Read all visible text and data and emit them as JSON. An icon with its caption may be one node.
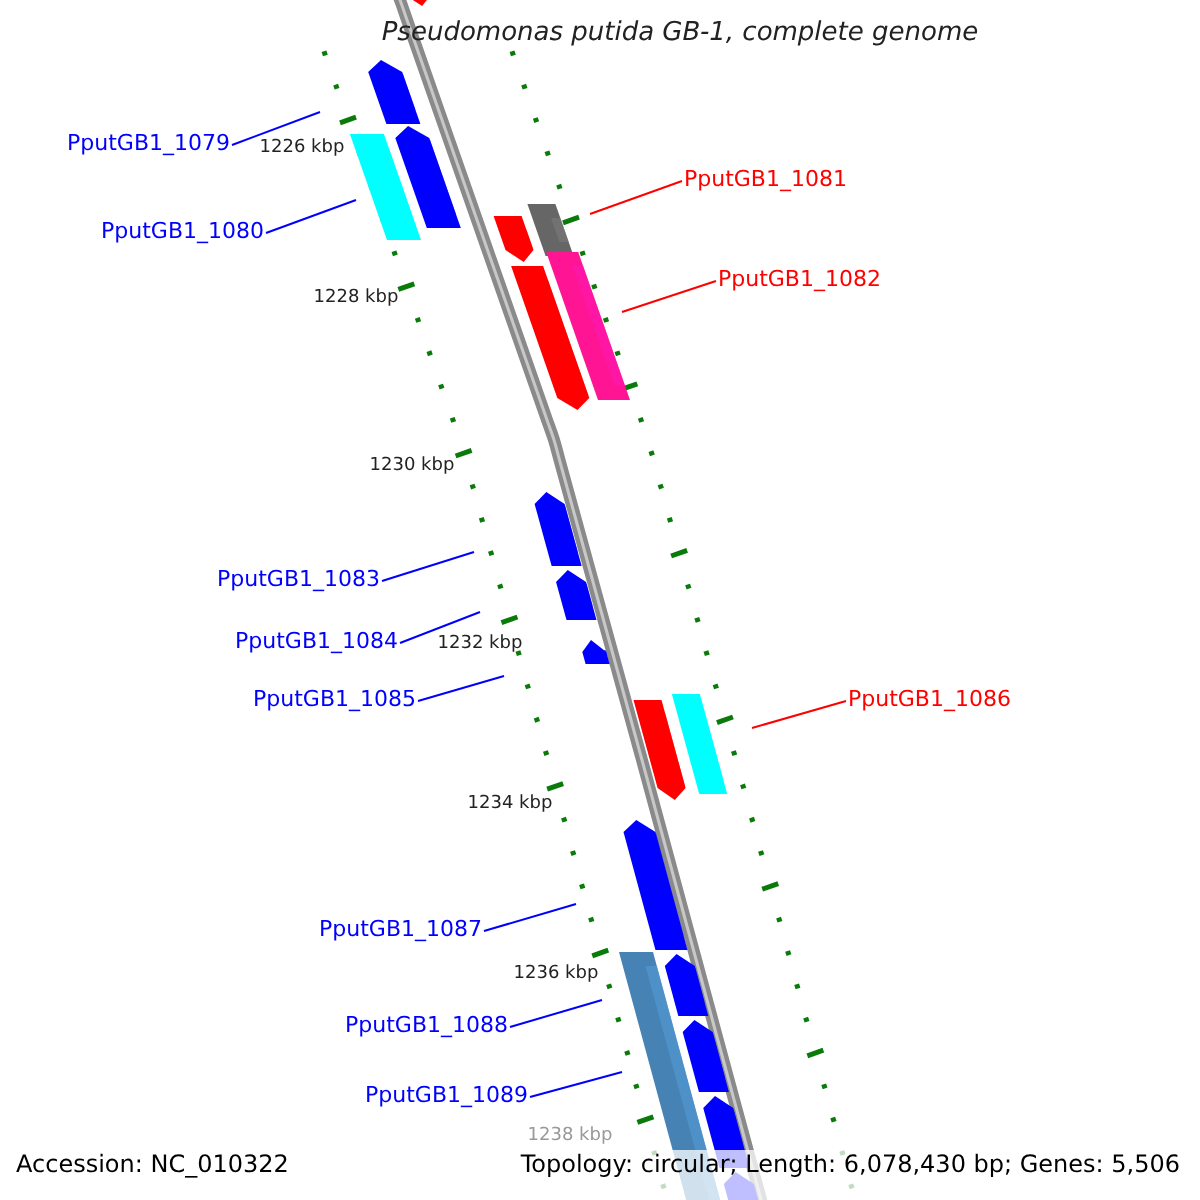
{
  "diagram": {
    "title": "Pseudomonas putida GB-1, complete genome",
    "nodes": [
      {
        "text": [
          "PputGB1_1079"
        ]
      },
      {
        "text": [
          "PputGB1_1081"
        ]
      },
      {
        "text": [
          "PputGB1_1080"
        ]
      },
      {
        "text": [
          "PputGB1_1082"
        ]
      },
      {
        "text": [
          "PputGB1_1083"
        ]
      },
      {
        "text": [
          "PputGB1_1084"
        ]
      },
      {
        "text": [
          "PputGB1_1085"
        ]
      },
      {
        "text": [
          "PputGB1_1086"
        ]
      },
      {
        "text": [
          "PputGB1_1087"
        ]
      },
      {
        "text": [
          "PputGB1_1088"
        ]
      },
      {
        "text": [
          "PputGB1_1089"
        ]
      }
    ],
    "edges": [
      {
        "from": 0,
        "to": null,
        "arrow": "none"
      },
      {
        "from": 1,
        "to": null,
        "arrow": "none",
        "color": "#ff0000"
      },
      {
        "from": 2,
        "to": null,
        "arrow": "none"
      },
      {
        "from": 3,
        "to": null,
        "arrow": "none",
        "color": "#ff0000"
      },
      {
        "from": 4,
        "to": null,
        "arrow": "none"
      },
      {
        "from": 5,
        "to": null,
        "arrow": "none"
      },
      {
        "from": 6,
        "to": null,
        "arrow": "none"
      },
      {
        "from": 7,
        "to": null,
        "arrow": "none",
        "color": "#ff0000"
      },
      {
        "from": 8,
        "to": null,
        "arrow": "none"
      },
      {
        "from": 9,
        "to": null,
        "arrow": "none"
      },
      {
        "from": 10,
        "to": null,
        "arrow": "none"
      }
    ],
    "labels": [
      "1226 kbp",
      "1228 kbp",
      "1230 kbp",
      "1232 kbp",
      "1234 kbp",
      "1236 kbp",
      "1238 kbp",
      "Accession: NC_010322",
      "Topology: circular; Length: 6,078,430 bp; Genes: 5,506"
    ]
  }
}
